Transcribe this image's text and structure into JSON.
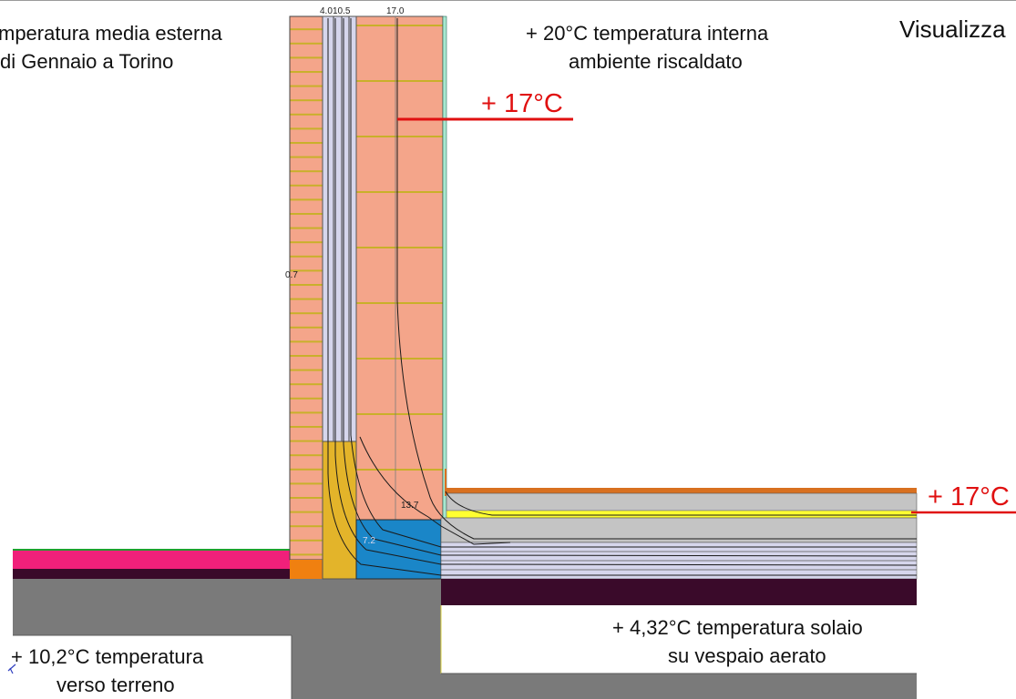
{
  "labels": {
    "outside_temp_line1": "mperatura media esterna",
    "outside_temp_line2": "di Gennaio a Torino",
    "inside_temp_line1": "+ 20°C temperatura interna",
    "inside_temp_line2": "ambiente riscaldato",
    "wall_temp": "+ 17°C",
    "floor_temp": "+ 17°C",
    "visualizza": "Visualizza",
    "slab_temp_line1": "+ 4,32°C temperatura solaio",
    "slab_temp_line2": "su vespaio aerato",
    "ground_temp_line1": "+ 10,2°C temperatura",
    "ground_temp_line2": "verso terreno"
  },
  "dimensions": {
    "d1": "4.0",
    "d2": "10.5",
    "d3": "17.0",
    "iso_07": "0.7",
    "iso_137": "13.7",
    "iso_72": "7.2"
  },
  "colors": {
    "brick": "#f4a58a",
    "insulation": "#d6d6ec",
    "mortar": "#d8d040",
    "concrete": "#7a7a7a",
    "pink_layer": "#f0207a",
    "dark_purple": "#3a0a2a",
    "blue_block": "#1a86c8",
    "yellow_block": "#e3b42a",
    "orange_block": "#f08010",
    "orange_trim": "#d87020",
    "yellow_strip": "#ffff30",
    "screed": "#c4c4c4",
    "red_marker": "#e01010"
  }
}
